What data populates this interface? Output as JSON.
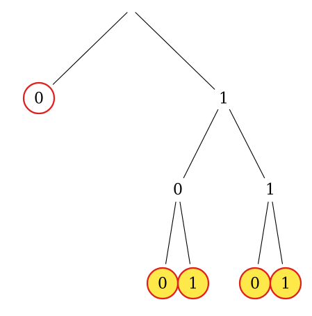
{
  "tree": {
    "nodes": [
      {
        "id": "root",
        "label": "",
        "circled": false,
        "fill": ""
      },
      {
        "id": "left-leaf",
        "label": "0",
        "circled": true,
        "fill": "#ffffff"
      },
      {
        "id": "right",
        "label": "1",
        "circled": false,
        "fill": ""
      },
      {
        "id": "right-left",
        "label": "0",
        "circled": false,
        "fill": ""
      },
      {
        "id": "right-right",
        "label": "1",
        "circled": false,
        "fill": ""
      },
      {
        "id": "leaf-rl-0",
        "label": "0",
        "circled": true,
        "fill": "#ffe84a"
      },
      {
        "id": "leaf-rl-1",
        "label": "1",
        "circled": true,
        "fill": "#ffe84a"
      },
      {
        "id": "leaf-rr-0",
        "label": "0",
        "circled": true,
        "fill": "#ffe84a"
      },
      {
        "id": "leaf-rr-1",
        "label": "1",
        "circled": true,
        "fill": "#ffe84a"
      }
    ],
    "edges": [
      {
        "from": "root",
        "to": "left-leaf"
      },
      {
        "from": "root",
        "to": "right"
      },
      {
        "from": "right",
        "to": "right-left"
      },
      {
        "from": "right",
        "to": "right-right"
      },
      {
        "from": "right-left",
        "to": "leaf-rl-0"
      },
      {
        "from": "right-left",
        "to": "leaf-rl-1"
      },
      {
        "from": "right-right",
        "to": "leaf-rr-0"
      },
      {
        "from": "right-right",
        "to": "leaf-rr-1"
      }
    ]
  },
  "colors": {
    "circle_stroke": "#e0201c",
    "highlight_fill": "#ffe84a",
    "edge": "#000000",
    "text": "#000000"
  }
}
